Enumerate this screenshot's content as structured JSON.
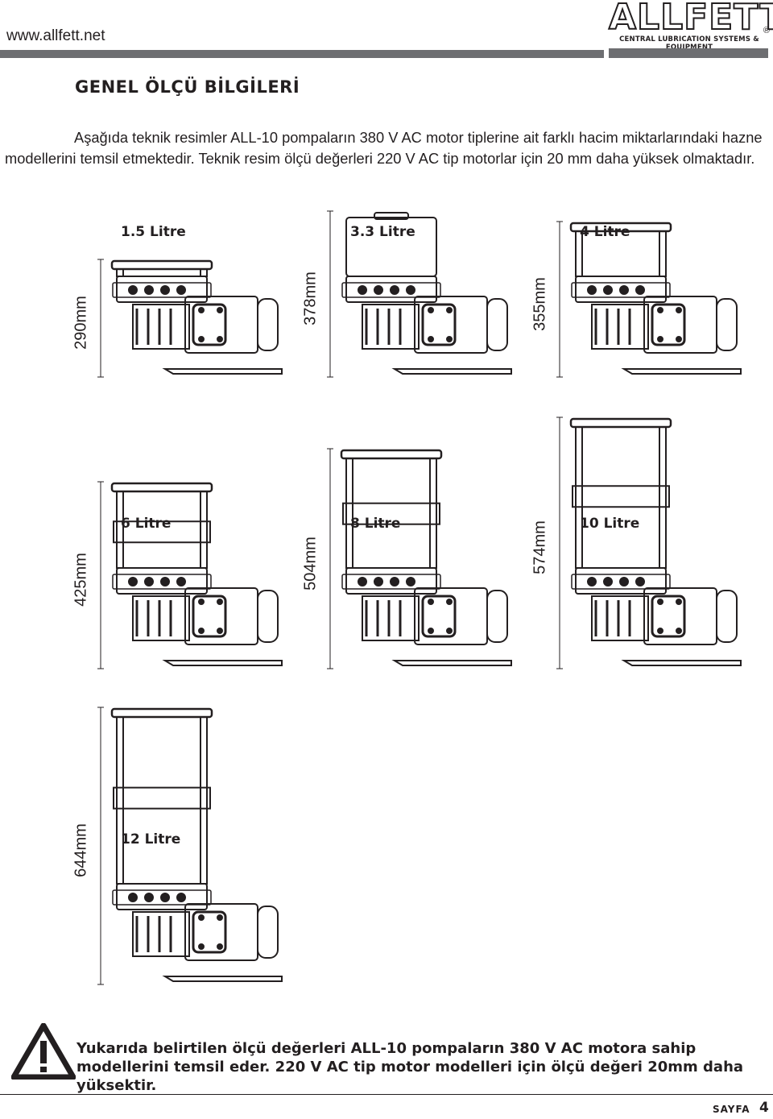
{
  "header": {
    "url": "www.allfett.net",
    "logo_word": "ALLFETT",
    "logo_registered": "®",
    "logo_tagline": "CENTRAL LUBRICATION SYSTEMS & EQUIPMENT"
  },
  "title": "GENEL ÖLÇÜ BİLGİLERİ",
  "intro": "Aşağıda teknik resimler ALL-10 pompaların 380 V AC motor tiplerine ait farklı hacim miktarlarındaki hazne modellerini temsil etmektedir. Teknik resim ölçü değerleri 220 V AC tip motorlar için 20 mm daha yüksek olmaktadır.",
  "pumps": [
    {
      "volume": "1.5 Litre",
      "height": "290mm"
    },
    {
      "volume": "3.3 Litre",
      "height": "378mm"
    },
    {
      "volume": "4 Litre",
      "height": "355mm"
    },
    {
      "volume": "6 Litre",
      "height": "425mm"
    },
    {
      "volume": "8 Litre",
      "height": "504mm"
    },
    {
      "volume": "10 Litre",
      "height": "574mm"
    },
    {
      "volume": "12 Litre",
      "height": "644mm"
    }
  ],
  "warning": "Yukarıda belirtilen ölçü değerleri ALL-10 pompaların 380 V AC motora sahip modellerini temsil eder. 220 V AC tip motor modelleri için ölçü değeri 20mm daha yüksektir.",
  "footer": {
    "label": "SAYFA",
    "page": "4"
  }
}
